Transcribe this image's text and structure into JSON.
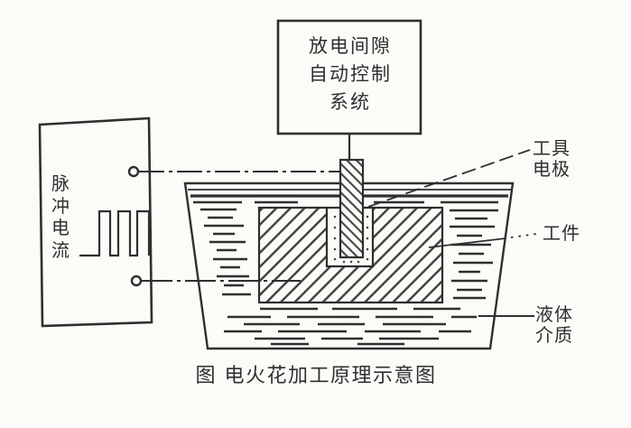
{
  "diagram": {
    "caption": "图 电火花加工原理示意图",
    "control_box": {
      "lines": [
        "放电间隙",
        "自动控制",
        "系统"
      ]
    },
    "pulse_source": {
      "label": "脉冲电流"
    },
    "labels": {
      "tool_electrode": "工具电极",
      "workpiece": "工件",
      "liquid_medium": "液体介质"
    },
    "colors": {
      "ink": "#2f2f2f",
      "paper": "#fcfbf8"
    }
  }
}
